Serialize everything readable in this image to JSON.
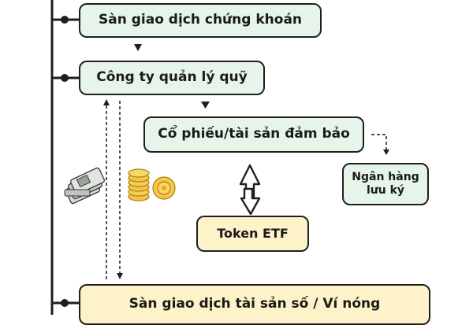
{
  "nodes": {
    "stock_exchange": "Sàn giao dịch chứng khoán",
    "fund_manager": "Công ty quản lý quỹ",
    "shares_collateral": "Cổ phiếu/tài sản đảm bảo",
    "custodian_bank": "Ngân hàng lưu ký",
    "token_etf": "Token ETF",
    "digital_exchange": "Sàn giao dịch tài sản số / Ví nóng"
  },
  "icons": {
    "cash": "cash-stack-icon",
    "coins": "coin-stack-icon"
  },
  "colors": {
    "green_box": "#e6f4ea",
    "yellow_box": "#fdf2c8",
    "line": "#1f1f1f"
  }
}
